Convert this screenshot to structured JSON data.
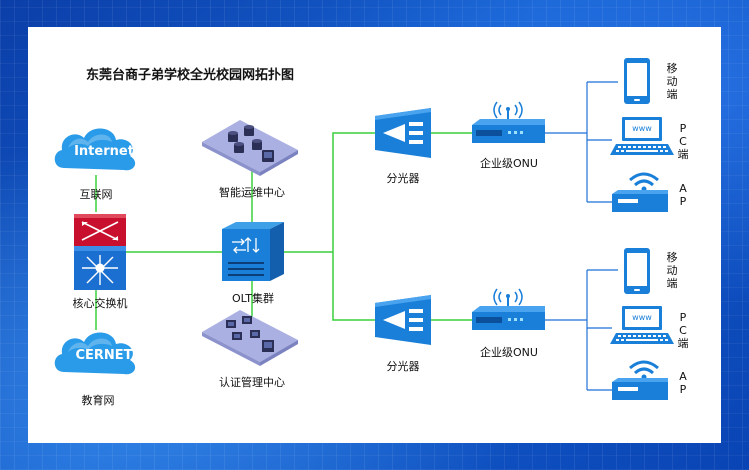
{
  "title": "东莞台商子弟学校全光校园网拓扑图",
  "nodes": {
    "internet": {
      "cloud_text": "Internet",
      "label": "互联网"
    },
    "core_switch": {
      "label": "核心交换机"
    },
    "cernet": {
      "cloud_text": "CERNET",
      "label": "教育网"
    },
    "ops_center": {
      "label": "智能运维中心"
    },
    "olt": {
      "label": "OLT集群"
    },
    "auth_center": {
      "label": "认证管理中心"
    },
    "splitter_top": {
      "label": "分光器"
    },
    "splitter_bottom": {
      "label": "分光器"
    },
    "onu_top": {
      "label": "企业级ONU"
    },
    "onu_bottom": {
      "label": "企业级ONU"
    },
    "mobile_top": {
      "label": "移动端"
    },
    "pc_top": {
      "label": "PC端",
      "screen_text": "www"
    },
    "ap_top": {
      "label": "AP"
    },
    "mobile_bottom": {
      "label": "移动端"
    },
    "pc_bottom": {
      "label": "PC端",
      "screen_text": "www"
    },
    "ap_bottom": {
      "label": "AP"
    }
  },
  "colors": {
    "fiber_link": "#3ad13a",
    "device_link": "#1f6fd6",
    "device_blue": "#1a7fd8",
    "cloud_blue": "#2a9be8",
    "server_plate": "#aab0e2"
  },
  "icons": {
    "internet": "cloud-icon",
    "cernet": "cloud-icon",
    "core_switch": "core-switch-icon",
    "ops_center": "server-cluster-icon",
    "olt": "olt-chassis-icon",
    "auth_center": "workstation-cluster-icon",
    "splitter": "splitter-icon",
    "onu": "onu-router-icon",
    "mobile": "smartphone-icon",
    "pc": "laptop-icon",
    "ap": "wifi-access-point-icon"
  }
}
